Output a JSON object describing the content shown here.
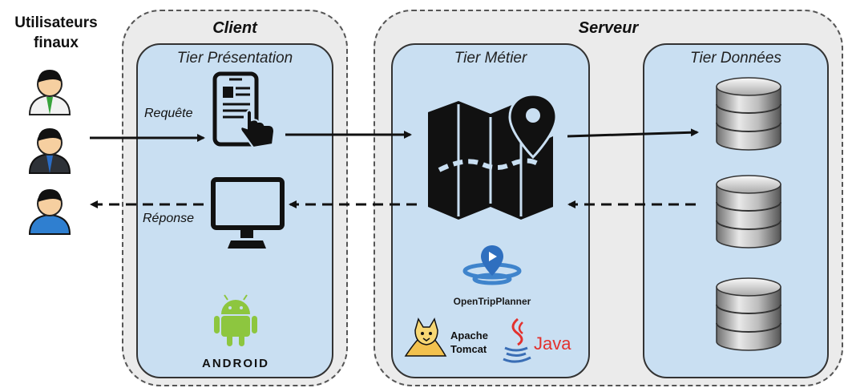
{
  "users": {
    "title_line1": "Utilisateurs",
    "title_line2": "finaux"
  },
  "client": {
    "title": "Client",
    "tier_title": "Tier Présentation",
    "platform_logo": "ANDROID"
  },
  "serveur": {
    "title": "Serveur"
  },
  "tier_metier": {
    "title": "Tier Métier",
    "logos": {
      "otp": "OpenTripPlanner",
      "apache": "Apache",
      "tomcat": "Tomcat",
      "java": "Java"
    }
  },
  "tier_donnees": {
    "title": "Tier Données"
  },
  "labels": {
    "request": "Requête",
    "response": "Réponse"
  },
  "icons": [
    "user-icon",
    "smartphone-touch-icon",
    "monitor-icon",
    "map-pin-icon",
    "database-icon",
    "android-icon",
    "opentripplanner-icon",
    "tomcat-icon",
    "java-icon"
  ]
}
